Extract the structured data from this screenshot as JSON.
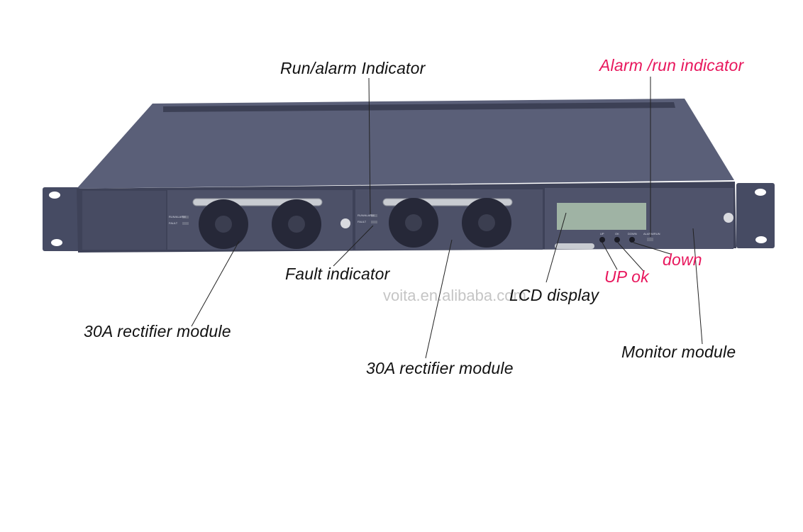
{
  "labels": {
    "run_alarm_indicator": "Run/alarm Indicator",
    "alarm_run_indicator": "Alarm /run indicator",
    "fault_indicator": "Fault indicator",
    "rectifier_module_1": "30A rectifier module",
    "rectifier_module_2": "30A rectifier module",
    "lcd_display": "LCD display",
    "up_ok": "UP ok",
    "down": "down",
    "monitor_module": "Monitor module"
  },
  "panel_markings": {
    "run_alarm": "RUN/ALARM",
    "fault": "FAULT",
    "up": "UP",
    "ok": "OK",
    "down": "DOWN",
    "alarm_run": "ALARM/RUN"
  },
  "watermark": "voita.en.alibaba.com",
  "colors": {
    "label_text": "#111111",
    "label_highlight": "#e8175d",
    "chassis": "#4a4f66",
    "lcd": "#9fb3a4",
    "leader_line": "#2a6fc9"
  }
}
